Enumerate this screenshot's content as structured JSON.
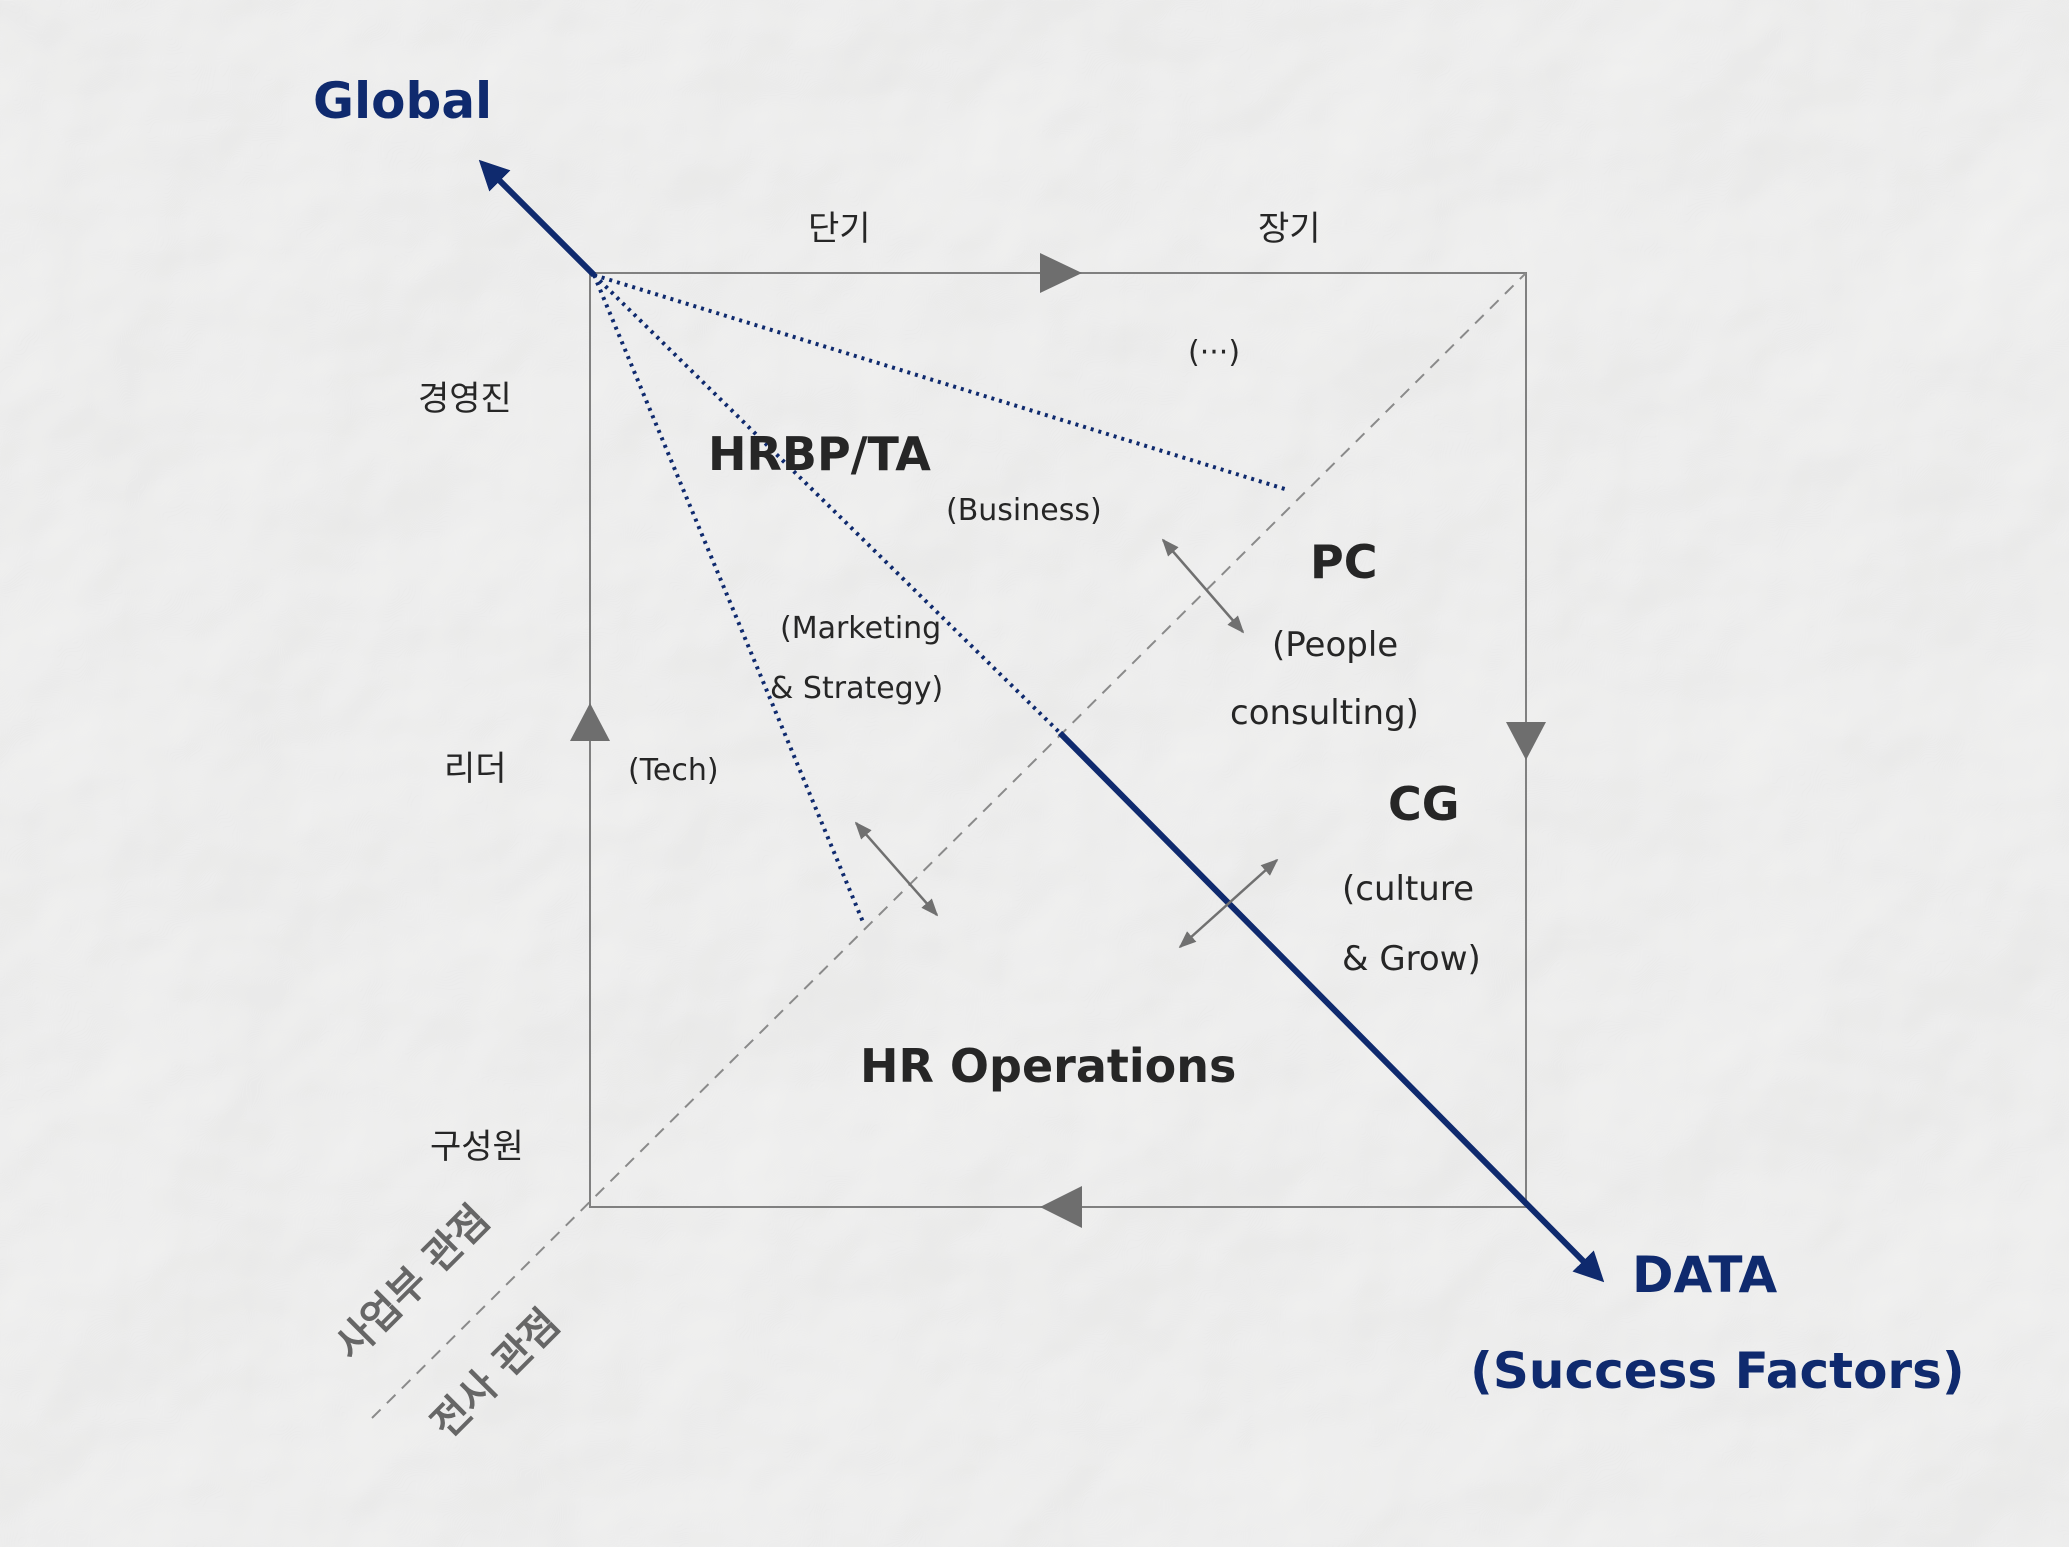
{
  "axes": {
    "global_label": "Global",
    "data_label": "DATA",
    "data_sublabel": "(Success Factors)"
  },
  "top_labels": {
    "short_term": "단기",
    "long_term": "장기"
  },
  "left_labels": {
    "executives": "경영진",
    "leader": "리더",
    "members": "구성원"
  },
  "perspectives": {
    "business_unit": "사업부 관점",
    "company_wide": "전사 관점"
  },
  "regions": {
    "hrbp_title": "HRBP/TA",
    "business": "(Business)",
    "marketing_line1": "(Marketing",
    "marketing_line2": "& Strategy)",
    "tech": "(Tech)",
    "ellipsis": "(···)",
    "pc_title": "PC",
    "pc_line1": "(People",
    "pc_line2": "consulting)",
    "cg_title": "CG",
    "cg_line1": "(culture",
    "cg_line2": "& Grow)",
    "hr_ops_title": "HR Operations"
  },
  "colors": {
    "navy": "#0f2a6e",
    "grey_line": "#808080",
    "dark_text": "#262626",
    "background": "#f2f2f1"
  }
}
